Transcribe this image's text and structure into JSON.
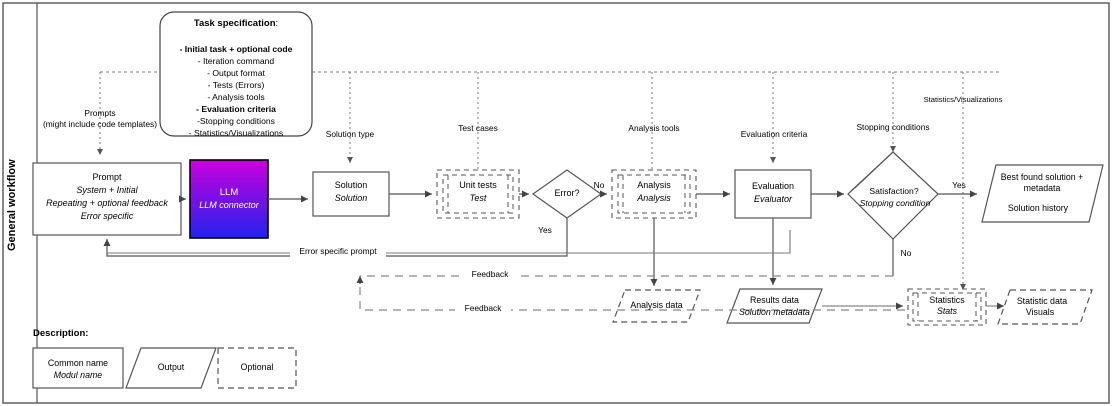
{
  "diagram": {
    "side_label": "General workflow",
    "task_spec": {
      "title": "Task specification",
      "title_suffix": ":",
      "lines": [
        "- Initial task + optional code",
        "- Iteration command",
        "- Output format",
        "- Tests (Errors)",
        "- Analysis tools",
        "- Evaluation criteria",
        "-Stopping conditions",
        "- Statistics/Visualizations"
      ]
    },
    "nodes": {
      "prompt": {
        "title": "Prompt",
        "sub1": "System + Initial",
        "sub2": "Repeating + optional feedback",
        "sub3": "Error specific"
      },
      "llm": {
        "title": "LLM",
        "sub": "LLM connector",
        "gradient_top": "#cc00dd",
        "gradient_bottom": "#2222ee",
        "text_color": "#ffffff"
      },
      "solution": {
        "title": "Solution",
        "sub": "Solution"
      },
      "unit_tests": {
        "title": "Unit tests",
        "sub": "Test"
      },
      "error": {
        "title": "Error?"
      },
      "analysis": {
        "title": "Analysis",
        "sub": "Analysis"
      },
      "evaluation": {
        "title": "Evaluation",
        "sub": "Evaluator"
      },
      "satisfaction": {
        "title": "Satisfaction?",
        "sub": "Stopping condition"
      },
      "best_found": {
        "line1": "Best found solution +",
        "line2": "metadata",
        "line3": "Solution history"
      },
      "analysis_data": {
        "title": "Analysis data"
      },
      "results_data": {
        "title": "Results data",
        "sub": "Solution metadata"
      },
      "statistics": {
        "title": "Statistics",
        "sub": "Stats"
      },
      "statistic_data": {
        "line1": "Statistic data",
        "line2": "Visuals"
      }
    },
    "edge_labels": {
      "prompts": "Prompts",
      "prompts_sub": "(might include code templates)",
      "solution_type": "Solution type",
      "test_cases": "Test cases",
      "analysis_tools": "Analysis tools",
      "evaluation_criteria": "Evaluation criteria",
      "stopping_conditions": "Stopping conditions",
      "statistics_visualizations": "Statistics/Visualizations",
      "no_error": "No",
      "yes_error": "Yes",
      "yes_satisfaction": "Yes",
      "no_satisfaction": "No",
      "error_specific_prompt": "Error specific prompt",
      "feedback_1": "Feedback",
      "feedback_2": "Feedback"
    },
    "legend": {
      "heading": "Description:",
      "common": {
        "line1": "Common name",
        "line2": "Modul name"
      },
      "output": "Output",
      "optional": "Optional"
    }
  }
}
